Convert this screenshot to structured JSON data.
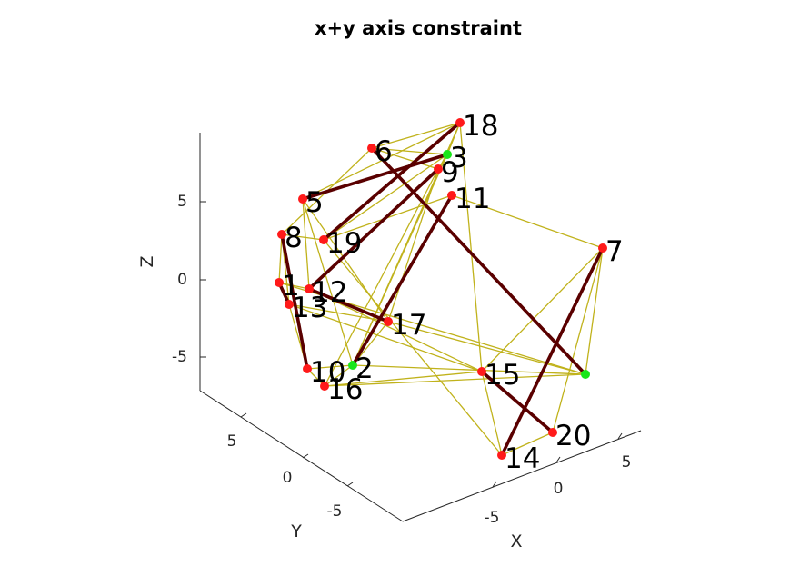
{
  "chart_data": {
    "type": "graph",
    "title": "x+y axis constraint",
    "xlabel": "X",
    "ylabel": "Y",
    "zlabel": "Z",
    "x_ticks": [
      "-5",
      "0",
      "5"
    ],
    "y_ticks": [
      "-5",
      "0",
      "5"
    ],
    "z_ticks": [
      "-5",
      "0",
      "5"
    ],
    "colors": {
      "light_edge": "#c0b21b",
      "heavy_edge": "#5a0000",
      "node": "#ff1a1a",
      "constrained_node": "#19e619",
      "axis": "#262626"
    },
    "nodes": [
      {
        "id": "1",
        "label": "1"
      },
      {
        "id": "2",
        "label": "2",
        "constrained": true
      },
      {
        "id": "3",
        "label": "3",
        "constrained": true
      },
      {
        "id": "4",
        "label": "",
        "constrained": true
      },
      {
        "id": "5",
        "label": "5"
      },
      {
        "id": "6",
        "label": "6"
      },
      {
        "id": "7",
        "label": "7"
      },
      {
        "id": "8",
        "label": "8"
      },
      {
        "id": "9",
        "label": "9"
      },
      {
        "id": "10",
        "label": "10"
      },
      {
        "id": "11",
        "label": "11"
      },
      {
        "id": "12",
        "label": "12"
      },
      {
        "id": "13",
        "label": "13"
      },
      {
        "id": "14",
        "label": "14"
      },
      {
        "id": "15",
        "label": "15"
      },
      {
        "id": "16",
        "label": "16"
      },
      {
        "id": "17",
        "label": "17"
      },
      {
        "id": "18",
        "label": "18"
      },
      {
        "id": "19",
        "label": "19"
      },
      {
        "id": "20",
        "label": "20"
      }
    ],
    "heavy_edges": [
      [
        "5",
        "3"
      ],
      [
        "6",
        "4"
      ],
      [
        "11",
        "2"
      ],
      [
        "7",
        "14"
      ],
      [
        "15",
        "20"
      ],
      [
        "18",
        "19"
      ],
      [
        "9",
        "12"
      ],
      [
        "8",
        "10"
      ],
      [
        "12",
        "17"
      ],
      [
        "1",
        "13"
      ]
    ],
    "light_edges": [
      [
        "6",
        "3"
      ],
      [
        "6",
        "18"
      ],
      [
        "6",
        "8"
      ],
      [
        "6",
        "9"
      ],
      [
        "18",
        "3"
      ],
      [
        "18",
        "5"
      ],
      [
        "18",
        "2"
      ],
      [
        "18",
        "15"
      ],
      [
        "3",
        "9"
      ],
      [
        "3",
        "19"
      ],
      [
        "3",
        "2"
      ],
      [
        "9",
        "17"
      ],
      [
        "9",
        "16"
      ],
      [
        "11",
        "7"
      ],
      [
        "11",
        "19"
      ],
      [
        "5",
        "12"
      ],
      [
        "5",
        "17"
      ],
      [
        "5",
        "2"
      ],
      [
        "8",
        "1"
      ],
      [
        "8",
        "13"
      ],
      [
        "8",
        "19"
      ],
      [
        "19",
        "14"
      ],
      [
        "1",
        "12"
      ],
      [
        "1",
        "4"
      ],
      [
        "13",
        "17"
      ],
      [
        "13",
        "15"
      ],
      [
        "13",
        "10"
      ],
      [
        "12",
        "15"
      ],
      [
        "17",
        "2"
      ],
      [
        "17",
        "4"
      ],
      [
        "10",
        "2"
      ],
      [
        "10",
        "16"
      ],
      [
        "2",
        "16"
      ],
      [
        "2",
        "4"
      ],
      [
        "16",
        "15"
      ],
      [
        "16",
        "4"
      ],
      [
        "15",
        "14"
      ],
      [
        "15",
        "7"
      ],
      [
        "14",
        "20"
      ],
      [
        "20",
        "7"
      ],
      [
        "7",
        "4"
      ]
    ]
  }
}
